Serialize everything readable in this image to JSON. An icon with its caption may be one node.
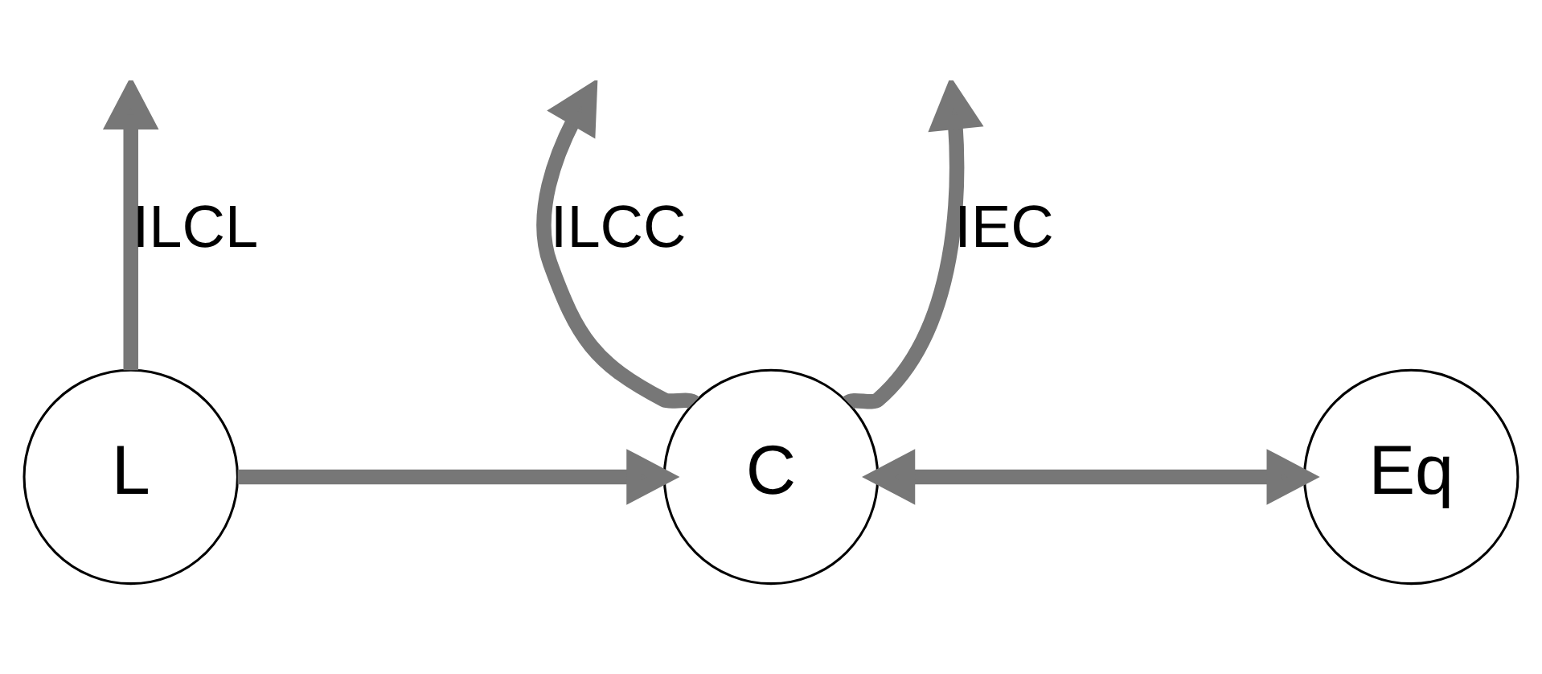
{
  "diagram": {
    "nodes": [
      {
        "text": [
          "L"
        ]
      },
      {
        "text": [
          "C"
        ]
      },
      {
        "text": [
          "Eq"
        ]
      }
    ],
    "edges": [
      {
        "from": 0,
        "to": 1,
        "arrow": "to"
      },
      {
        "from": 1,
        "to": 2,
        "arrow": "both"
      },
      {
        "from": 0,
        "to": null,
        "arrow": "to",
        "label": "ILCL"
      },
      {
        "from": 1,
        "to": null,
        "arrow": "to",
        "label": "ILCC"
      },
      {
        "from": 1,
        "to": null,
        "arrow": "to",
        "label": "IEC"
      }
    ]
  }
}
